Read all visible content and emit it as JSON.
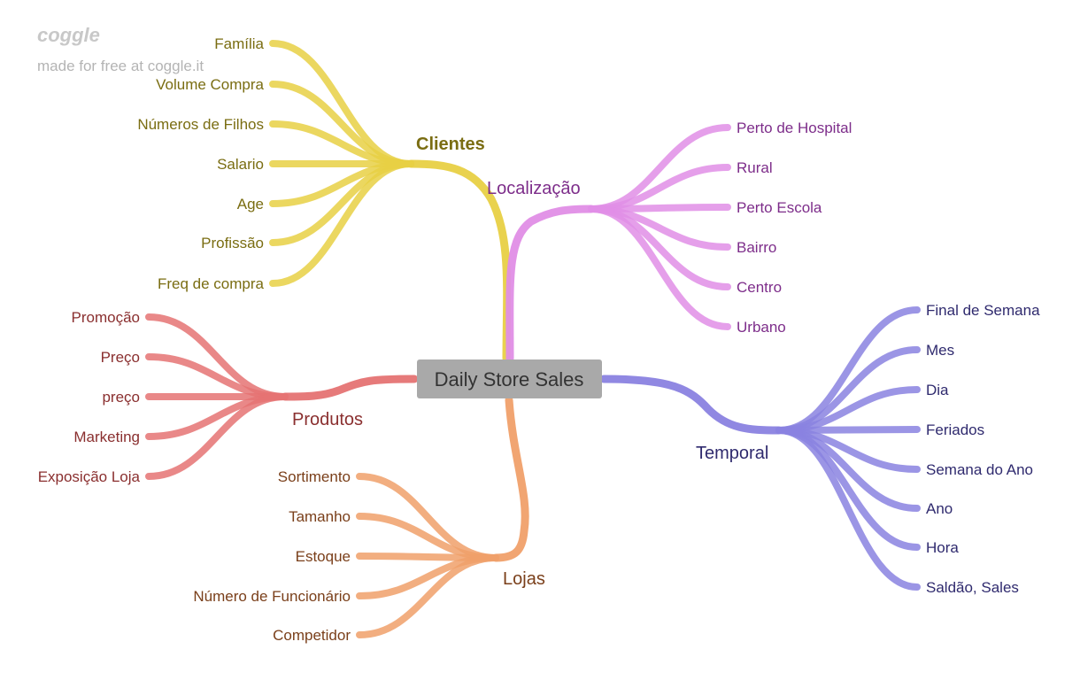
{
  "watermark": {
    "logo": "coggle",
    "tagline": "made for free at coggle.it"
  },
  "root": {
    "label": "Daily Store Sales",
    "fill": "#a9a9a9",
    "text_color": "#333333"
  },
  "branches": [
    {
      "key": "clientes",
      "label": "Clientes",
      "color": "#e8d044",
      "text_color": "#7a6d12",
      "children": [
        "Família",
        "Volume Compra",
        "Números de Filhos",
        "Salario",
        "Age",
        "Profissão",
        "Freq de compra"
      ]
    },
    {
      "key": "localizacao",
      "label": "Localização",
      "color": "#e08ee6",
      "text_color": "#7d2d8a",
      "children": [
        "Perto de Hospital",
        "Rural",
        "Perto Escola",
        "Bairro",
        "Centro",
        "Urbano"
      ]
    },
    {
      "key": "produtos",
      "label": "Produtos",
      "color": "#e57373",
      "text_color": "#8a2f2f",
      "children": [
        "Promoção",
        "Preço",
        "preço",
        "Marketing",
        "Exposição Loja"
      ]
    },
    {
      "key": "temporal",
      "label": "Temporal",
      "color": "#8a82e0",
      "text_color": "#2f2a6e",
      "children": [
        "Final de Semana",
        "Mes",
        "Dia",
        "Feriados",
        "Semana do Ano",
        "Ano",
        "Hora",
        "Saldão, Sales"
      ]
    },
    {
      "key": "lojas",
      "label": "Lojas",
      "color": "#f0a06a",
      "text_color": "#7a3f1a",
      "children": [
        "Sortimento",
        "Tamanho",
        "Estoque",
        "Número de Funcionário",
        "Competidor"
      ]
    }
  ]
}
